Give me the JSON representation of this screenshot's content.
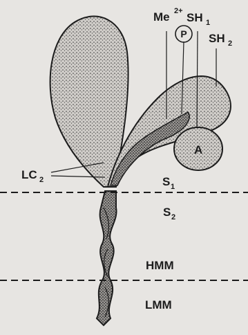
{
  "figure": {
    "labels": {
      "metal_ion": "Me",
      "metal_ion_charge": "2+",
      "thiol_1": "SH",
      "thiol_1_sub": "1",
      "phosphate": "P",
      "thiol_2": "SH",
      "thiol_2_sub": "2",
      "subdomain_a": "A",
      "light_chain": "LC",
      "light_chain_sub": "2",
      "subfragment_1": "S",
      "subfragment_1_sub": "1",
      "subfragment_2": "S",
      "subfragment_2_sub": "2",
      "heavy_meromyosin": "HMM",
      "light_meromyosin": "LMM"
    },
    "colors": {
      "ink": "#1c1c1c",
      "paper": "#e7e5e2",
      "stipple": "#3a3a3a"
    }
  }
}
